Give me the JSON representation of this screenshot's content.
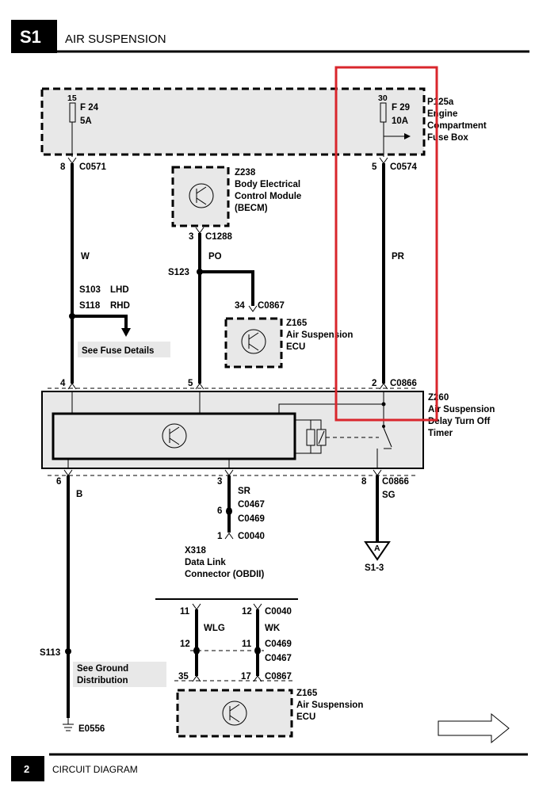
{
  "header": {
    "section_code": "S1",
    "title": "AIR SUSPENSION"
  },
  "footer": {
    "page_number": "2",
    "label": "CIRCUIT DIAGRAM"
  },
  "fuse_box": {
    "id": "P125a",
    "name_lines": [
      "Engine",
      "Compartment",
      "Fuse Box"
    ],
    "fuse_left": {
      "pin": "15",
      "name": "F 24",
      "rating": "5A"
    },
    "fuse_right": {
      "pin": "30",
      "name": "F 29",
      "rating": "10A"
    }
  },
  "becm": {
    "id": "Z238",
    "name_lines": [
      "Body Electrical",
      "Control Module",
      "(BECM)"
    ],
    "pin": "3",
    "connector": "C1288"
  },
  "ecu_upper": {
    "id": "Z165",
    "name_lines": [
      "Air Suspension",
      "ECU"
    ],
    "pin": "34",
    "connector": "C0867"
  },
  "timer": {
    "id": "Z260",
    "name_lines": [
      "Air Suspension",
      "Delay Turn Off",
      "Timer"
    ]
  },
  "wires": {
    "left_top": {
      "pin": "8",
      "connector": "C0571",
      "color": "W"
    },
    "right_top": {
      "pin": "5",
      "connector": "C0574",
      "color": "PR"
    },
    "po_wire": {
      "color": "PO"
    },
    "splice_po": "S123",
    "splice_lhd": {
      "id": "S103",
      "note": "LHD"
    },
    "splice_rhd": {
      "id": "S118",
      "note": "RHD"
    },
    "fuse_details": "See Fuse Details",
    "timer_pins_top": [
      "4",
      "5",
      "2"
    ],
    "timer_conn_top": "C0866",
    "ground_wire": {
      "pin": "6",
      "color": "B",
      "splice": "S113",
      "ground": "E0556",
      "note_lines": [
        "See Ground",
        "Distribution"
      ]
    },
    "data_wire": {
      "pin": "3",
      "color": "SR",
      "mid_pin": "6",
      "conn_a": "C0467",
      "conn_b": "C0469",
      "end_pin": "1",
      "end_conn": "C0040"
    },
    "sg_wire": {
      "pin": "8",
      "connector": "C0866",
      "color": "SG",
      "ref": "S1-3",
      "marker": "A"
    }
  },
  "obd": {
    "id": "X318",
    "name_lines": [
      "Data Link",
      "Connector (OBDII)"
    ]
  },
  "bottom_ecu": {
    "pins_row1": [
      "11",
      "12"
    ],
    "conn_row1": "C0040",
    "pins_row2": [
      "12",
      "11"
    ],
    "conn_row2a": "C0469",
    "conn_row2b": "C0467",
    "pins_row3": [
      "35",
      "17"
    ],
    "conn_row3": "C0867",
    "wire_left": "WLG",
    "wire_right": "WK",
    "id": "Z165",
    "name_lines": [
      "Air Suspension",
      "ECU"
    ]
  },
  "highlight_color": "#d9262c"
}
